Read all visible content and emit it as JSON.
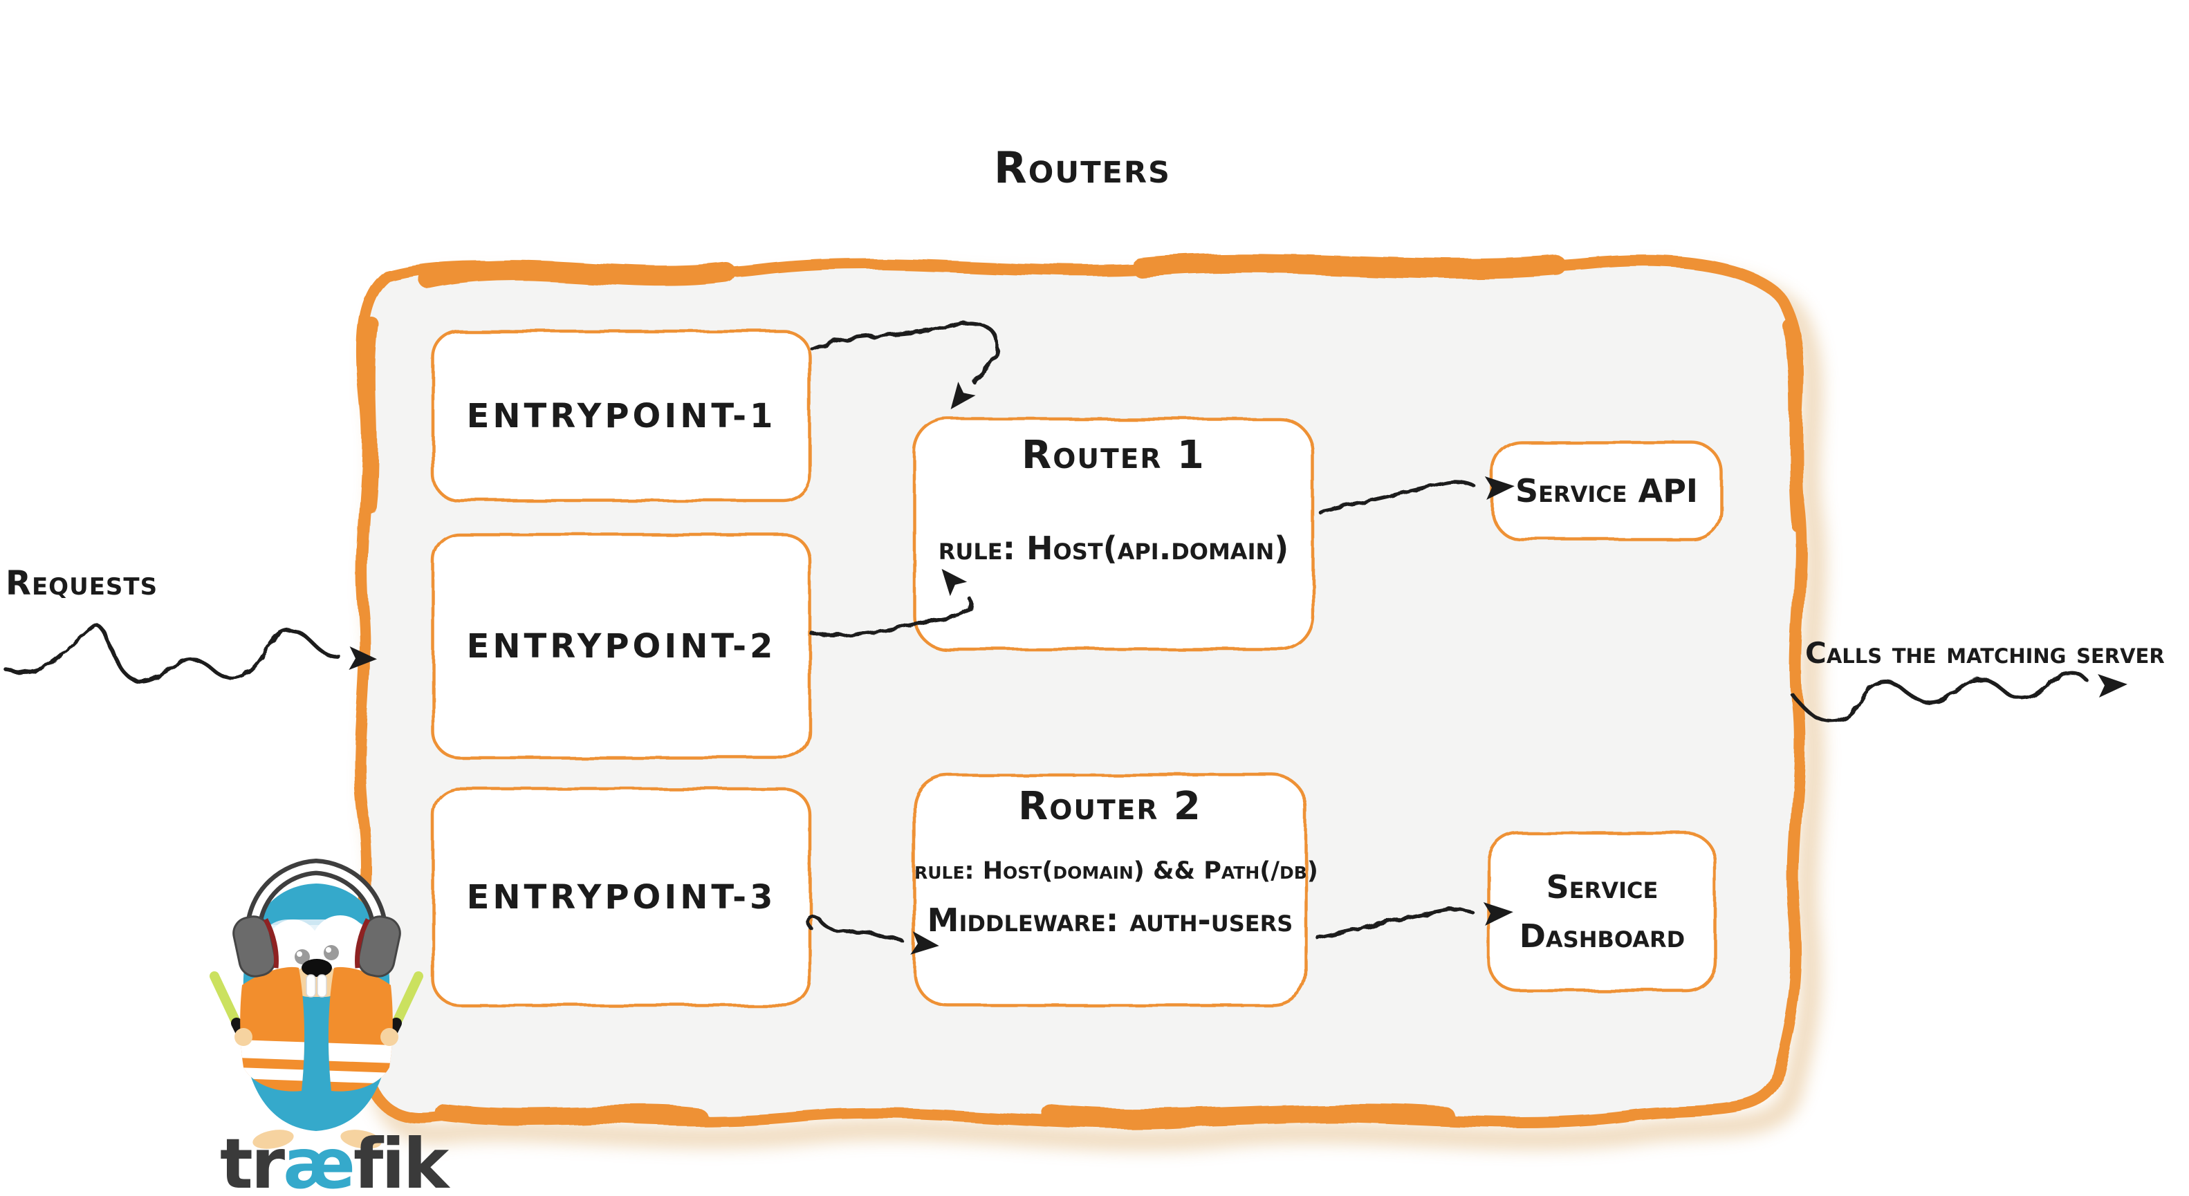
{
  "title": "Routers",
  "labels": {
    "input": "Requests",
    "output": "Calls the matching server"
  },
  "entrypoints": [
    "entrypoint-1",
    "entrypoint-2",
    "entrypoint-3"
  ],
  "routers": [
    {
      "name": "Router 1",
      "rule": "rule: Host(api.domain)"
    },
    {
      "name": "Router 2",
      "rule": "rule: Host(domain) && Path(/db)",
      "middleware": "Middleware: auth-users"
    }
  ],
  "services": [
    {
      "name": "Service API"
    },
    {
      "name": "Service Dashboard"
    }
  ],
  "logo": {
    "pre": "tr",
    "ae": "æ",
    "post": "fik"
  },
  "icons": {
    "connectors": "scribble-arrow",
    "mascot": "traefik-gopher-safety-vest"
  },
  "colors": {
    "accent_orange": "#EE9135",
    "container_fill": "#F4F4F3",
    "box_fill": "#FFFFFF",
    "ink": "#1B1B1B",
    "teal": "#35A9CB",
    "vest_orange": "#F28E2D",
    "baton_green": "#CBE15F",
    "wordmark_gray": "#3A3A3A",
    "shadow_tan": "#D9A45B"
  }
}
